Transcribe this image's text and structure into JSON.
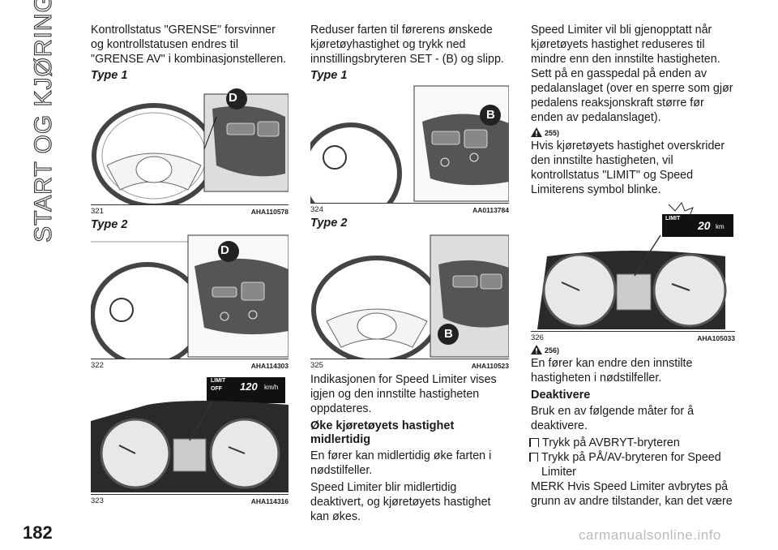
{
  "side_title": "START OG KJØRING",
  "page_number": "182",
  "watermark": "carmanualsonline.info",
  "col1": {
    "intro": "Kontrollstatus \"GRENSE\" forsvinner og kontrollstatusen endres til \"GRENSE AV\" i kombinasjonstelleren.",
    "type1": "Type 1",
    "fig321": {
      "num": "321",
      "code": "AHA110578",
      "badge": "D"
    },
    "type2": "Type 2",
    "fig322": {
      "num": "322",
      "code": "AHA114303",
      "badge": "D"
    },
    "fig323": {
      "num": "323",
      "code": "AHA114316",
      "limit_label": "LIMIT",
      "off_label": "OFF",
      "speed": "120",
      "unit": "km/h"
    }
  },
  "col2": {
    "intro": "Reduser farten til førerens ønskede kjøretøyhastighet og trykk ned innstillingsbryteren SET - (B) og slipp.",
    "type1": "Type 1",
    "fig324": {
      "num": "324",
      "code": "AA0113784",
      "badge": "B"
    },
    "type2": "Type 2",
    "fig325": {
      "num": "325",
      "code": "AHA110523",
      "badge": "B"
    },
    "p2": "Indikasjonen for Speed Limiter vises igjen og den innstilte hastigheten oppdateres.",
    "h_boost": "Øke kjøretøyets hastighet midlertidig",
    "p3": "En fører kan midlertidig øke farten i nødstilfeller.",
    "p4": "Speed Limiter blir midlertidig deaktivert, og kjøretøyets hastighet kan økes."
  },
  "col3": {
    "p1": "Speed Limiter vil bli gjenopptatt når kjøretøyets hastighet reduseres til mindre enn den innstilte hastigheten. Sett på en gasspedal på enden av pedalanslaget (over en sperre som gjør pedalens reaksjonskraft større før enden av pedalanslaget).",
    "warn1": "255)",
    "p2": "Hvis kjøretøyets hastighet overskrider den innstilte hastigheten, vil kontrollstatus \"LIMIT\" og Speed Limiterens symbol blinke.",
    "fig326": {
      "num": "326",
      "code": "AHA105033",
      "limit_label": "LIMIT",
      "speed": "20",
      "unit": "km"
    },
    "warn2": "256)",
    "p3": "En fører kan endre den innstilte hastigheten i nødstilfeller.",
    "h_deact": "Deaktivere",
    "p4": "Bruk en av følgende måter for å deaktivere.",
    "bullets": [
      "Trykk på AVBRYT-bryteren",
      "Trykk på PÅ/AV-bryteren for Speed Limiter"
    ],
    "p5": "MERK Hvis Speed Limiter avbrytes på grunn av andre tilstander, kan det være"
  }
}
